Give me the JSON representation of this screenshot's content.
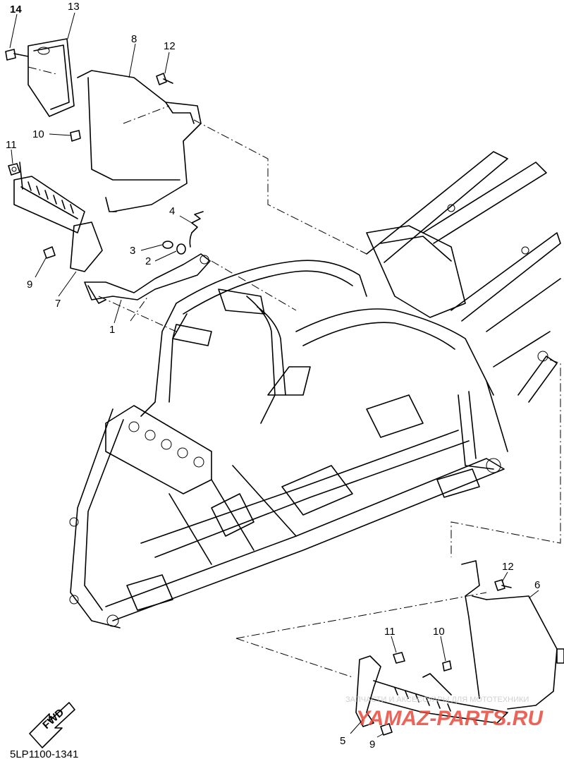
{
  "callouts": {
    "c14": "14",
    "c13": "13",
    "c8": "8",
    "c12_top": "12",
    "c10_top": "10",
    "c11_top": "11",
    "c4": "4",
    "c3": "3",
    "c2": "2",
    "c9_top": "9",
    "c7": "7",
    "c1": "1",
    "c12_bot": "12",
    "c6": "6",
    "c11_bot": "11",
    "c10_bot": "10",
    "c5": "5",
    "c9_bot": "9"
  },
  "fwd_label": "FWD",
  "diagram_code": "5LP1100-1341",
  "watermark": {
    "line1": "ЗАПЧАСТИ И АКСЕССУАРЫ ДЛЯ МОТОТЕХНИКИ",
    "line2": "YAMAZ-PARTS.RU",
    "colors": {
      "grey": "#c8c8c8",
      "red": "#e84a3a"
    }
  },
  "icons": [
    "fwd-arrow-icon"
  ]
}
